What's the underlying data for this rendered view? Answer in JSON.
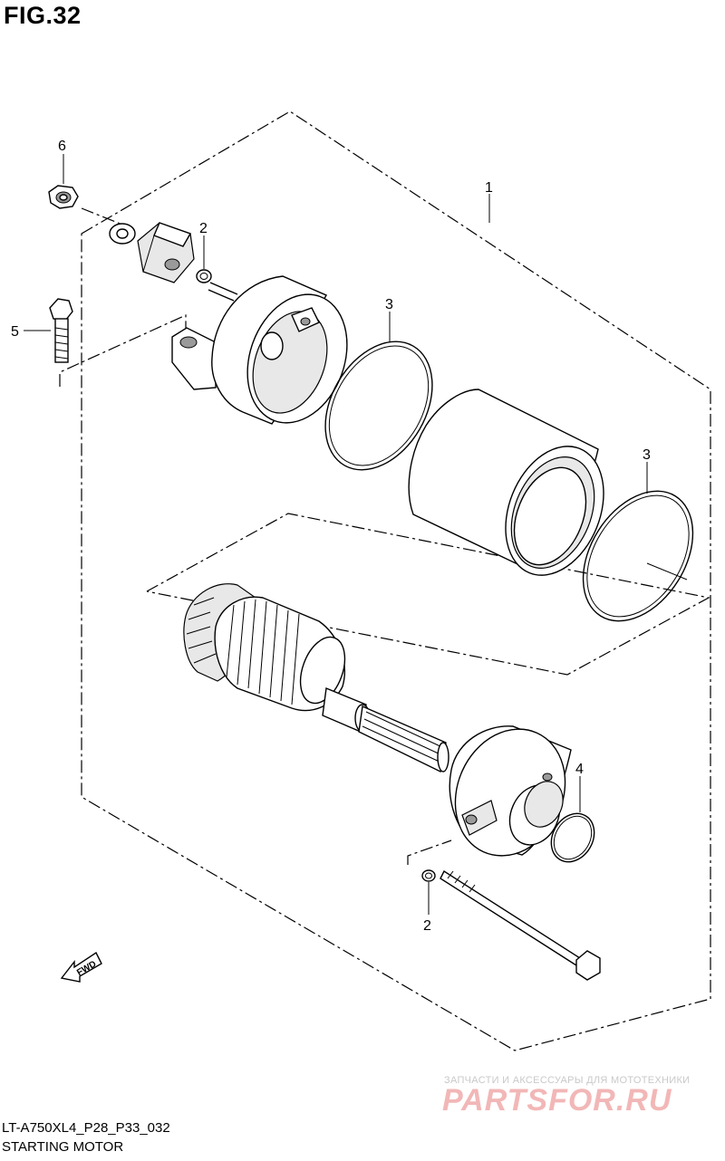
{
  "figure": {
    "title": "FIG.32"
  },
  "footer": {
    "model_code": "LT-A750XL4_P28_P33_032",
    "assembly_name": "STARTING MOTOR"
  },
  "callouts": {
    "c1": "1",
    "c2a": "2",
    "c2b": "2",
    "c3a": "3",
    "c3b": "3",
    "c4": "4",
    "c5": "5",
    "c6": "6"
  },
  "direction": {
    "label": "FWD"
  },
  "watermark": {
    "tagline": "ЗАПЧАСТИ И АКСЕССУАРЫ ДЛЯ МОТОТЕХНИКИ",
    "logo": "PARTSFOR.RU"
  }
}
